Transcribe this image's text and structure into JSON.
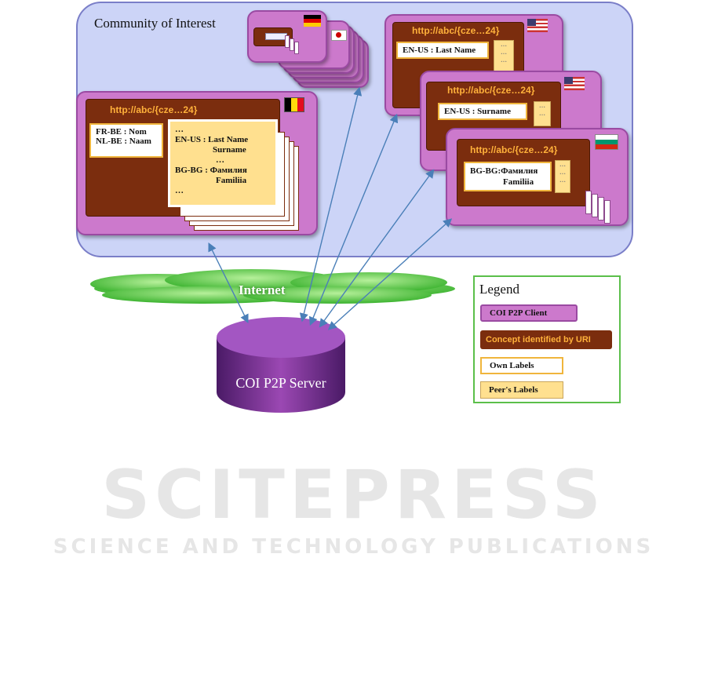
{
  "community": {
    "title": "Community of Interest"
  },
  "clients": {
    "belgium": {
      "uri": "http://abc/{cze…24}",
      "own_labels": [
        "FR-BE : Nom",
        "NL-BE : Naam"
      ],
      "peer_lines": [
        "…",
        "EN-US :  Last Name",
        "Surname",
        "…",
        "BG-BG : Фамилия",
        "Familiia",
        "…"
      ]
    },
    "us_top": {
      "uri": "http://abc/{cze…24}",
      "own_label": "EN-US : Last Name"
    },
    "us_mid": {
      "uri": "http://abc/{cze…24}",
      "own_label": "EN-US : Surname"
    },
    "bulgaria": {
      "uri": "http://abc/{cze…24}",
      "own_label_1": "BG-BG:Фамилия",
      "own_label_2": "Familiia"
    }
  },
  "internet": {
    "label": "Internet"
  },
  "server": {
    "label": "COI P2P Server"
  },
  "legend": {
    "title": "Legend",
    "items": [
      {
        "label": "COI P2P Client",
        "color": "#cc79cc"
      },
      {
        "label": "Concept identified by URI",
        "color": "#7b2d0e"
      },
      {
        "label": "Own Labels",
        "color": "#f0b53c"
      },
      {
        "label": "Peer's Labels",
        "color": "#ffe08f"
      }
    ]
  },
  "watermark": {
    "main": "SCITEPRESS",
    "sub": "SCIENCE AND TECHNOLOGY PUBLICATIONS"
  },
  "colors": {
    "community": "#ccd4f7",
    "client": "#cc79cc",
    "concept": "#7b2d0e",
    "uri": "#ffb13b",
    "cloud": "#6fd35a",
    "server": "#7d3591"
  }
}
